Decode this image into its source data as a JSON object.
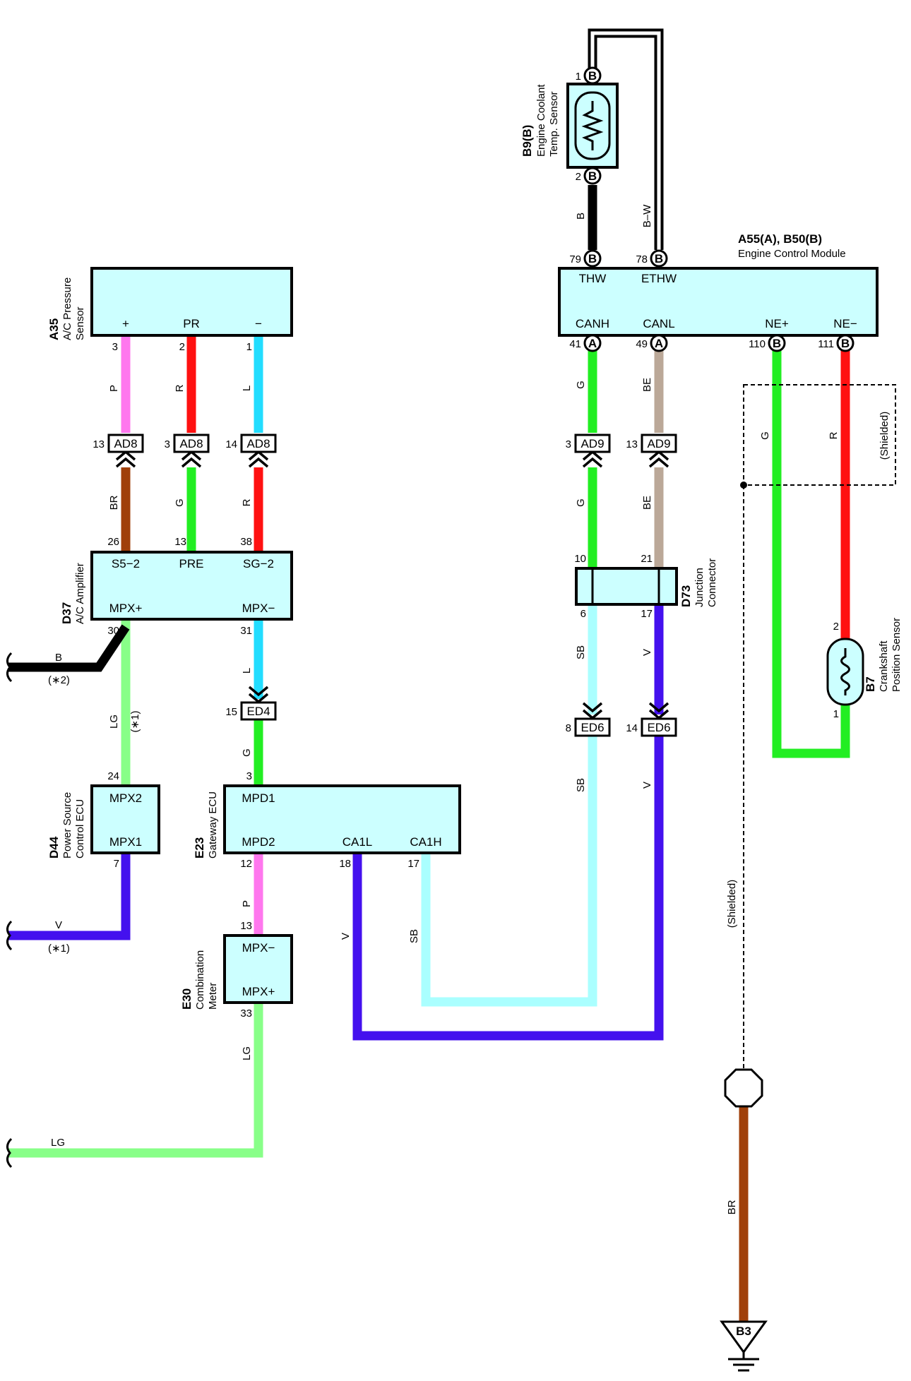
{
  "colors": {
    "component_fill": "#ccffff",
    "wire_P": "#ff77ee",
    "wire_R": "#ff1111",
    "wire_L": "#22ddff",
    "wire_BR": "#a0400a",
    "wire_G": "#22ee22",
    "wire_LG": "#88ff88",
    "wire_V": "#4411ee",
    "wire_SB": "#aaffff",
    "wire_BE": "#bba898",
    "wire_B": "#000000"
  },
  "components": {
    "a35": {
      "id": "A35",
      "name": "A/C Pressure",
      "name2": "Sensor",
      "pins": [
        "+",
        "PR",
        "−"
      ]
    },
    "d37": {
      "id": "D37",
      "name": "A/C Amplifier",
      "pins_top": [
        "S5−2",
        "PRE",
        "SG−2"
      ],
      "pins_bottom": [
        "MPX+",
        "MPX−"
      ]
    },
    "d44": {
      "id": "D44",
      "name": "Power Source",
      "name2": "Control ECU",
      "pins": [
        "MPX2",
        "MPX1"
      ]
    },
    "e23": {
      "id": "E23",
      "name": "Gateway ECU",
      "pins_left": [
        "MPD1",
        "MPD2"
      ],
      "pins_right": [
        "CA1L",
        "CA1H"
      ]
    },
    "e30": {
      "id": "E30",
      "name": "Combination",
      "name2": "Meter",
      "pins": [
        "MPX−",
        "MPX+"
      ]
    },
    "b9": {
      "id": "B9(B)",
      "name": "Engine Coolant",
      "name2": "Temp.  Sensor"
    },
    "ecm": {
      "id": "A55(A), B50(B)",
      "name": "Engine Control Module",
      "pins_top": [
        "THW",
        "ETHW"
      ],
      "pins_bottom": [
        "CANH",
        "CANL",
        "NE+",
        "NE−"
      ]
    },
    "d73": {
      "id": "D73",
      "name": "Junction",
      "name2": "Connector"
    },
    "b7": {
      "id": "B7",
      "name": "Crankshaft",
      "name2": "Position Sensor"
    },
    "b3": {
      "id": "B3"
    }
  },
  "connectors": {
    "ad8": "AD8",
    "ad9": "AD9",
    "ed4": "ED4",
    "ed6": "ED6",
    "conn_a": "A",
    "conn_b": "B"
  },
  "pin_numbers": {
    "a35_plus": "3",
    "a35_pr": "2",
    "a35_minus": "1",
    "ad8_a": "13",
    "ad8_b": "3",
    "ad8_c": "14",
    "d37_s5": "26",
    "d37_pre": "13",
    "d37_sg": "38",
    "d37_mpxp": "30",
    "d37_mpxm": "31",
    "ed4": "15",
    "e23_mpd1": "3",
    "d44_mpx2": "24",
    "d44_mpx1": "7",
    "e23_mpd2": "12",
    "e23_ca1l": "18",
    "e23_ca1h": "17",
    "e30_mpxm": "13",
    "e30_mpxp": "33",
    "b9_1": "1",
    "b9_2": "2",
    "ecm_thw": "79",
    "ecm_ethw": "78",
    "ecm_canh": "41",
    "ecm_canl": "49",
    "ecm_nep": "110",
    "ecm_nem": "111",
    "ad9_a": "3",
    "ad9_b": "13",
    "d73_10": "10",
    "d73_21": "21",
    "d73_6": "6",
    "d73_17": "17",
    "ed6_a": "8",
    "ed6_b": "14",
    "b7_2": "2",
    "b7_1": "1"
  },
  "wire_labels": {
    "p": "P",
    "r": "R",
    "l": "L",
    "br": "BR",
    "g": "G",
    "lg": "LG",
    "v": "V",
    "sb": "SB",
    "be": "BE",
    "b": "B",
    "bw": "B–W"
  },
  "notes": {
    "star1": "(∗1)",
    "star2": "(∗2)",
    "shielded": "(Shielded)"
  }
}
